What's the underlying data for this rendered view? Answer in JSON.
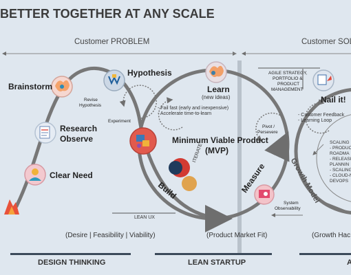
{
  "title": "BETTER TOGETHER AT ANY SCALE",
  "sections": {
    "problem": "Customer PROBLEM",
    "solution": "Customer SOL"
  },
  "stages": {
    "brainstorm": "Brainstorm",
    "hypothesis": "Hypothesis",
    "research": "Research",
    "observe": "Observe",
    "clear_need": "Clear Need",
    "revise_hypothesis_1": "Revise",
    "revise_hypothesis_2": "Hypothesis",
    "experiment": "Experiment",
    "learn": "Learn",
    "learn_sub": "(new ideas)",
    "fail_fast": "- Fail fast (early and inexpensive)",
    "accelerate": "- Accelerate time-to-learn",
    "mvp_1": "Minimum Viable Product",
    "mvp_2": "(MVP)",
    "iterate": "ITERATE",
    "build": "Build",
    "measure": "Measure",
    "pivot_1": "Pivot /",
    "pivot_2": "Persevere",
    "agile_1": "AGILE STRATEGY,",
    "agile_2": "PORTFOLIO &",
    "agile_3": "PRODUCT",
    "agile_4": "MANAGEMENT",
    "nail_it": "Nail it!",
    "customer_feedback": "- Customer Feedback",
    "learning_loop": "- Learning Loop",
    "system_obs_1": "System",
    "system_obs_2": "Observability",
    "growth_model": "Growth Model",
    "lean_ux": "LEAN UX",
    "scaling_list": [
      "SCALING",
      "- PRODUC",
      "ROADMA",
      "- RELEASI",
      "PLANNIN",
      "- SCALING",
      "- CLOUD-N",
      "DEVOPS"
    ]
  },
  "footer_notes": {
    "desire": "(Desire | Feasibility | Viability)",
    "pmf": "(Product Market Fit)",
    "growth": "(Growth Hac"
  },
  "bottom_labels": {
    "design_thinking": "DESIGN THINKING",
    "lean_startup": "LEAN STARTUP",
    "agile": "A"
  },
  "colors": {
    "background": "#dfe7ef",
    "path": "#777777",
    "divider": "#b9c2cb",
    "orange": "#e8523a",
    "red": "#d23b33",
    "navy": "#1f3b5c",
    "gold": "#e0a34e"
  },
  "icons": [
    "brain-icon",
    "idea-icon",
    "document-icon",
    "user-icon",
    "startup-flame-icon",
    "tools-icon",
    "iterate-circles-icon",
    "analytics-icon",
    "rocket-icon"
  ]
}
